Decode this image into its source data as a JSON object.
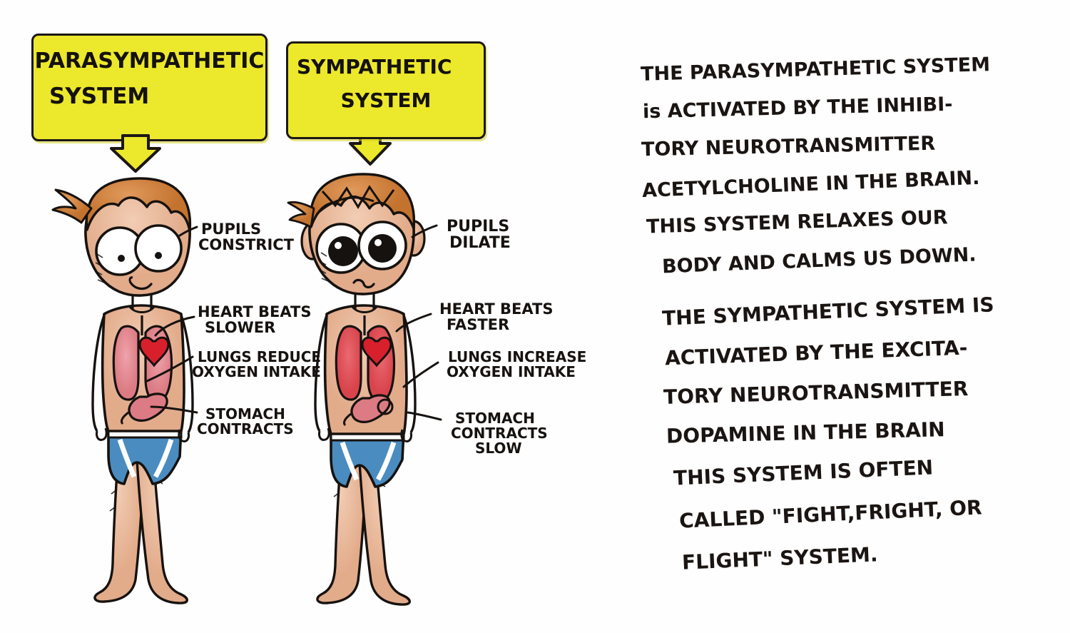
{
  "meta": {
    "title": "Parasympathetic vs Sympathetic Nervous System",
    "style": "hand-drawn ink and watercolour illustration",
    "background_color": "#fefefe"
  },
  "palette": {
    "ink": "#16120f",
    "header_yellow": "#ece82b",
    "skin": "#e8b89a",
    "skin_shadow": "#d59a78",
    "hair": "#d0813f",
    "lung_pink": "#e8949c",
    "lung_red": "#e05a5e",
    "heart_red": "#d8202c",
    "briefs_blue": "#4a8cc0",
    "briefs_blue_dark": "#2f6fa5"
  },
  "headers": [
    {
      "id": "parasympathetic",
      "line1": "PARASYMPATHETIC",
      "line2": "SYSTEM",
      "arrow": "down-arrow-icon"
    },
    {
      "id": "sympathetic",
      "line1": "SYMPATHETIC",
      "line2": "SYSTEM",
      "arrow": "down-arrow-icon"
    }
  ],
  "figures": [
    {
      "id": "parasympathetic-figure",
      "expression": "calm-smile",
      "pupils": "constricted",
      "labels": [
        {
          "id": "pupils",
          "lines": [
            "PUPILS",
            "CONSTRICT"
          ]
        },
        {
          "id": "heart",
          "lines": [
            "HEART BEATS",
            "SLOWER"
          ]
        },
        {
          "id": "lungs",
          "lines": [
            "LUNGS REDUCE",
            "OXYGEN INTAKE"
          ]
        },
        {
          "id": "stomach",
          "lines": [
            "STOMACH",
            "CONTRACTS"
          ]
        }
      ]
    },
    {
      "id": "sympathetic-figure",
      "expression": "worried",
      "pupils": "dilated",
      "labels": [
        {
          "id": "pupils",
          "lines": [
            "PUPILS",
            "DILATE"
          ]
        },
        {
          "id": "heart",
          "lines": [
            "HEART BEATS",
            "FASTER"
          ]
        },
        {
          "id": "lungs",
          "lines": [
            "LUNGS INCREASE",
            "OXYGEN INTAKE"
          ]
        },
        {
          "id": "stomach",
          "lines": [
            "STOMACH",
            "CONTRACTS",
            "SLOW"
          ]
        }
      ]
    }
  ],
  "notes": {
    "paragraph1": [
      "THE  PARASYMPATHETIC SYSTEM",
      "is ACTIVATED BY THE  INHIBI-",
      "TORY NEUROTRANSMITTER",
      "ACETYLCHOLINE IN THE BRAIN.",
      "THIS SYSTEM RELAXES OUR",
      "BODY AND CALMS US DOWN."
    ],
    "paragraph2": [
      "THE SYMPATHETIC SYSTEM IS",
      "ACTIVATED BY THE EXCITA-",
      "TORY NEUROTRANSMITTER",
      "DOPAMINE IN THE BRAIN",
      "THIS SYSTEM IS OFTEN",
      "CALLED \"FIGHT,FRIGHT, OR",
      "FLIGHT\" SYSTEM."
    ]
  }
}
